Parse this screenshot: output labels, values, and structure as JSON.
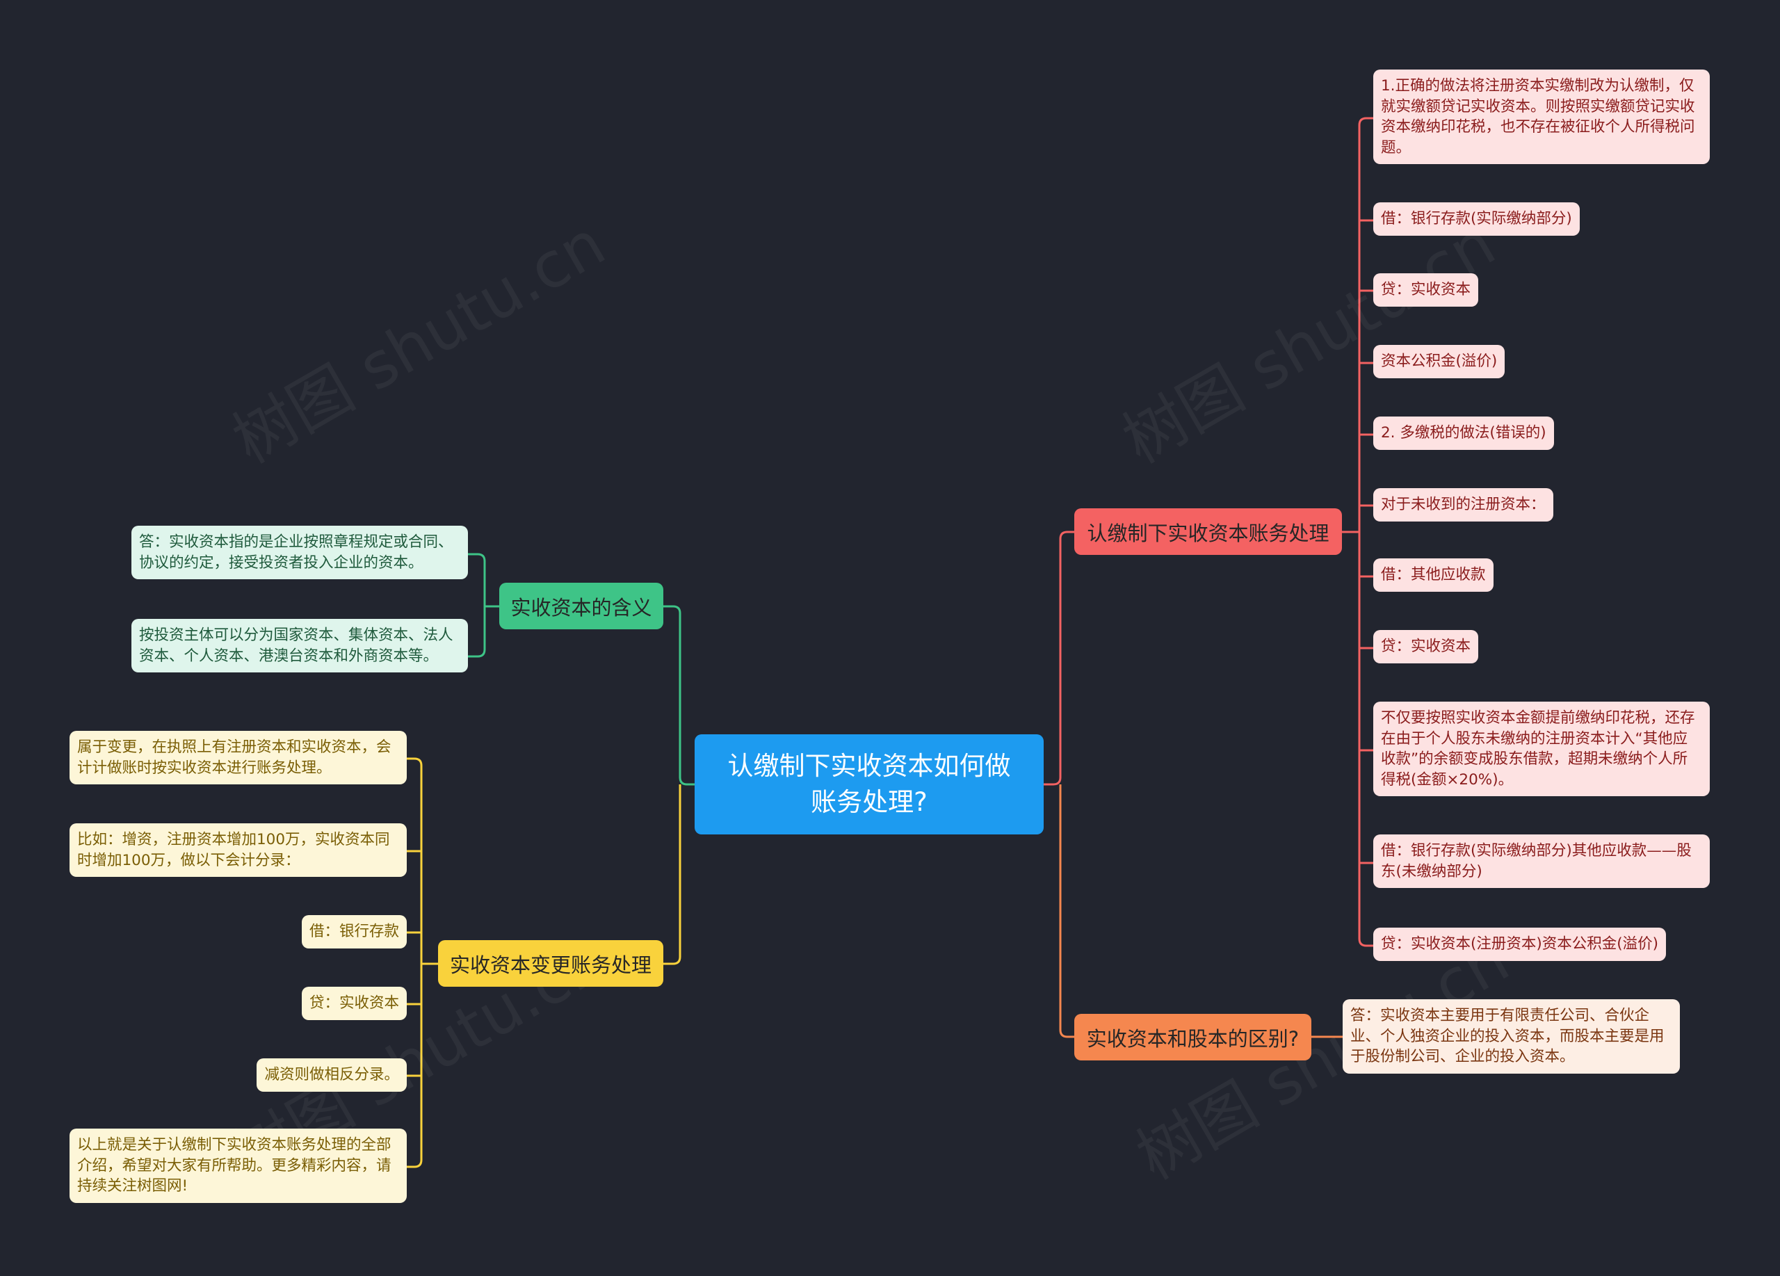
{
  "root": {
    "label": "认缴制下实收资本如何做账务处理?"
  },
  "colors": {
    "root": "#1d9bf0",
    "red": "#f46262",
    "orange": "#f5874f",
    "green": "#3ec487",
    "yellow": "#f9d23c",
    "background": "#22252f"
  },
  "right_branches": [
    {
      "label": "认缴制下实收资本账务处理",
      "children": [
        "1.正确的做法将注册资本实缴制改为认缴制，仅就实缴额贷记实收资本。则按照实缴额贷记实收资本缴纳印花税，也不存在被征收个人所得税问题。",
        "借：银行存款(实际缴纳部分)",
        "贷：实收资本",
        "资本公积金(溢价)",
        "2. 多缴税的做法(错误的)",
        "对于未收到的注册资本：",
        "借：其他应收款",
        "贷：实收资本",
        "不仅要按照实收资本金额提前缴纳印花税，还存在由于个人股东未缴纳的注册资本计入“其他应收款”的余额变成股东借款，超期未缴纳个人所得税(金额×20%)。",
        "借：银行存款(实际缴纳部分)其他应收款——股东(未缴纳部分)",
        "贷：实收资本(注册资本)资本公积金(溢价)"
      ]
    },
    {
      "label": "实收资本和股本的区别?",
      "children": [
        "答：实收资本主要用于有限责任公司、合伙企业、个人独资企业的投入资本，而股本主要是用于股份制公司、企业的投入资本。"
      ]
    }
  ],
  "left_branches": [
    {
      "label": "实收资本的含义",
      "children": [
        "答：实收资本指的是企业按照章程规定或合同、协议的约定，接受投资者投入企业的资本。",
        "按投资主体可以分为国家资本、集体资本、法人资本、个人资本、港澳台资本和外商资本等。"
      ]
    },
    {
      "label": "实收资本变更账务处理",
      "children": [
        "属于变更，在执照上有注册资本和实收资本，会计计做账时按实收资本进行账务处理。",
        "比如：增资，注册资本增加100万，实收资本同时增加100万，做以下会计分录：",
        "借：银行存款",
        "贷：实收资本",
        "减资则做相反分录。",
        "以上就是关于认缴制下实收资本账务处理的全部介绍，希望对大家有所帮助。更多精彩内容，请持续关注树图网!"
      ]
    }
  ],
  "watermark": "树图 shutu.cn"
}
